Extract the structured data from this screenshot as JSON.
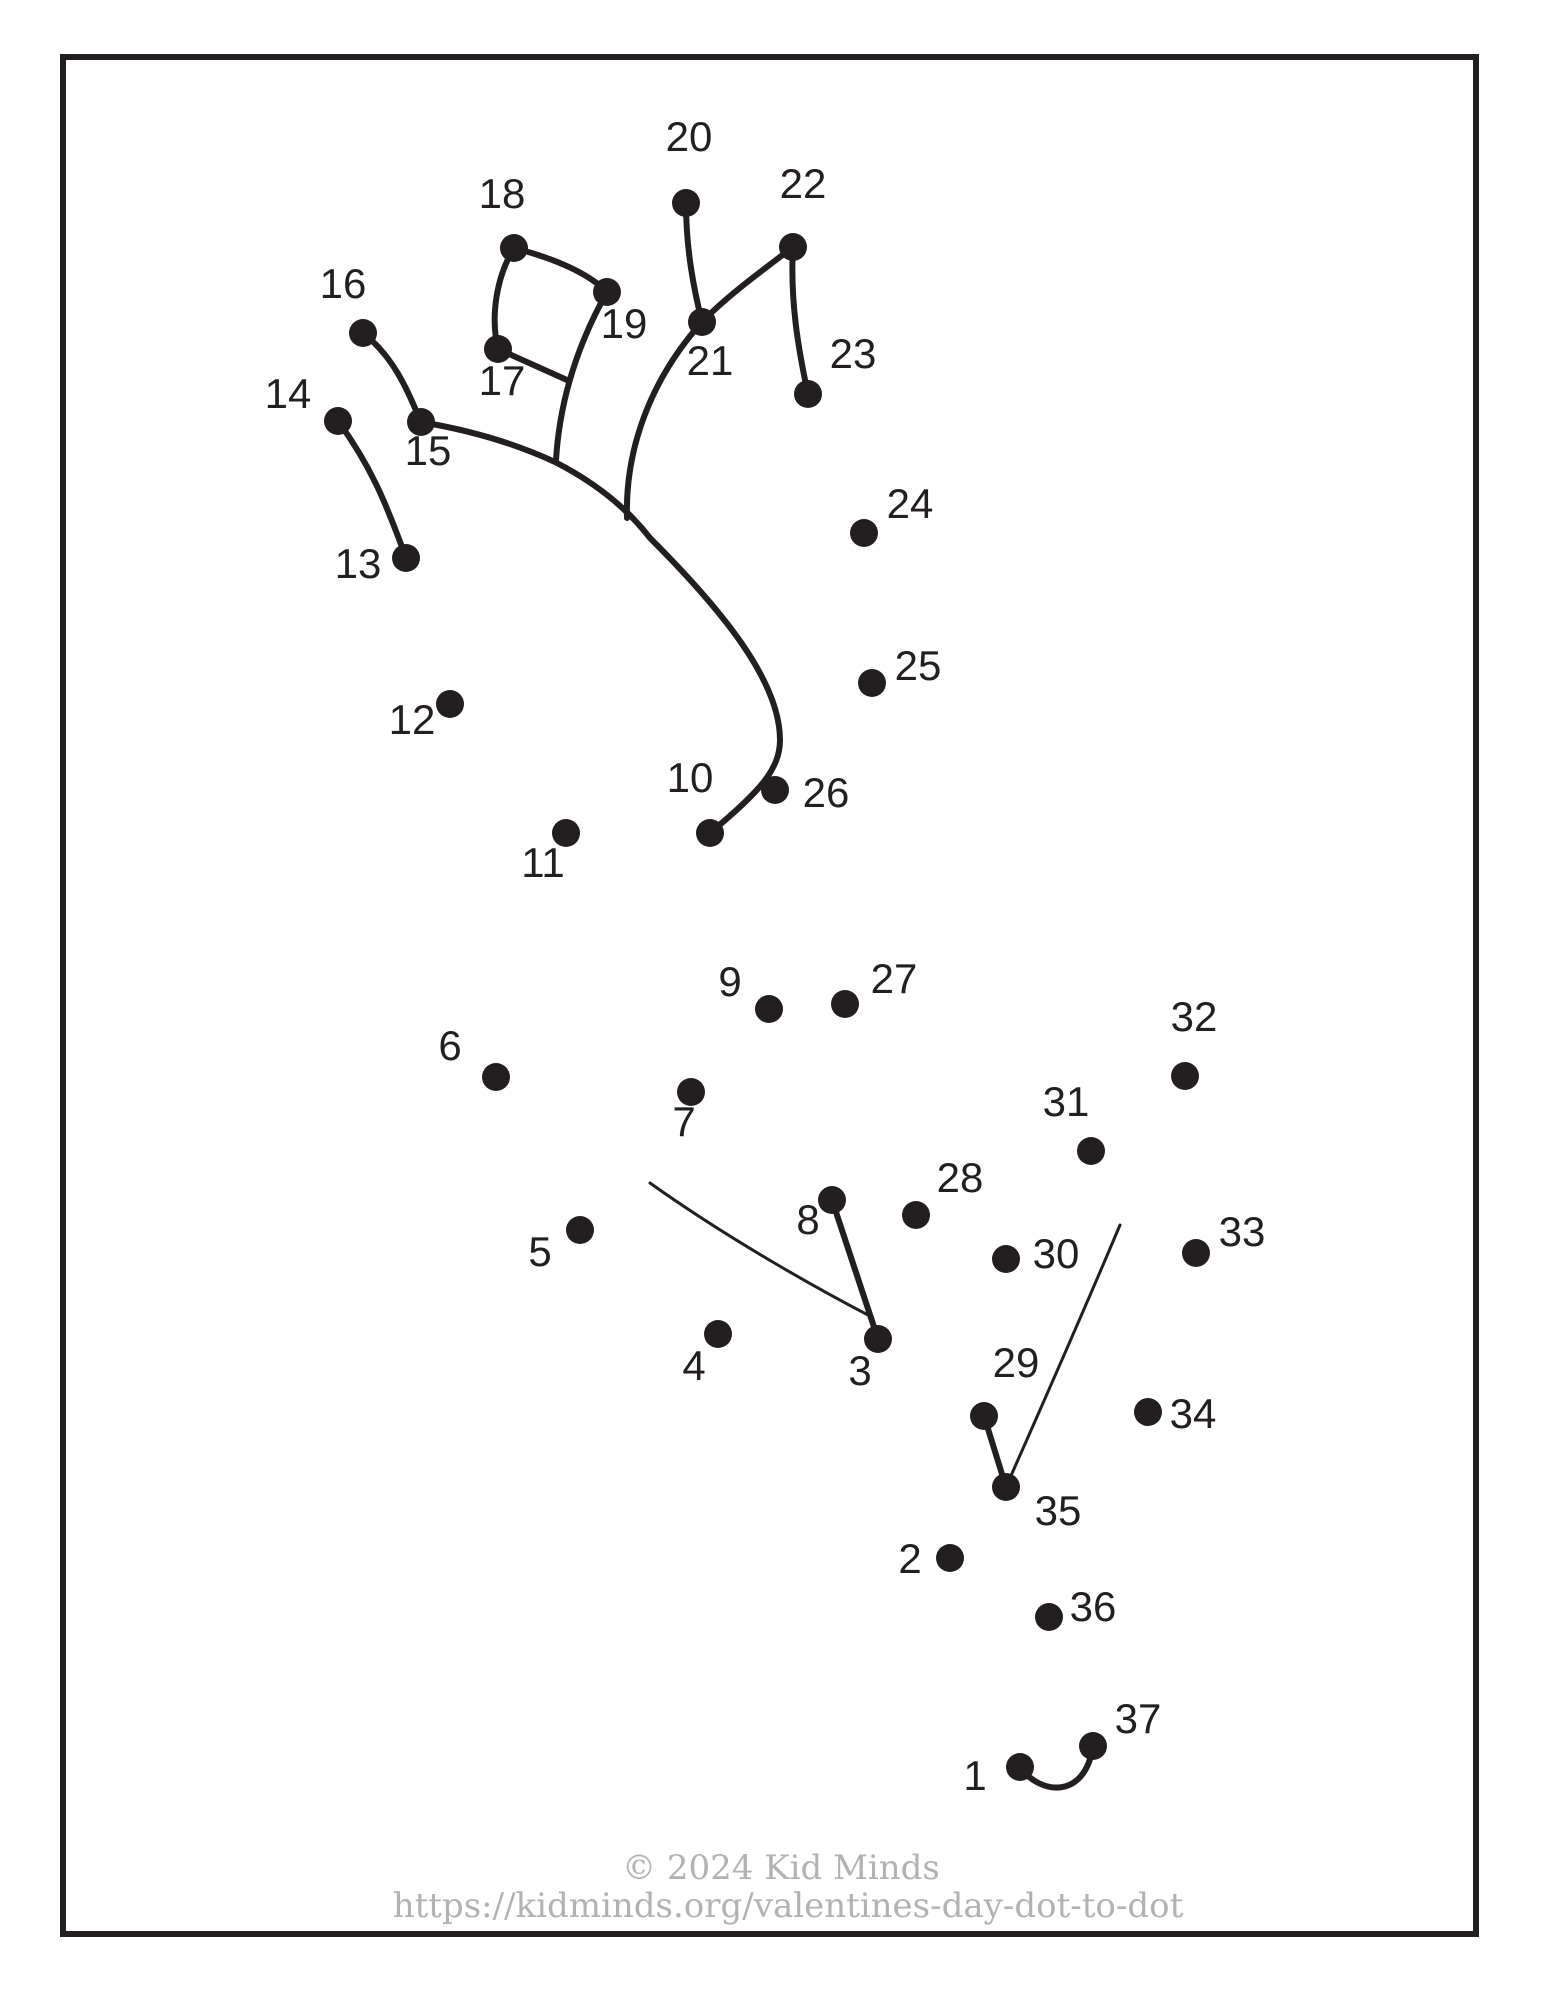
{
  "worksheet": {
    "copyright": "© 2024 Kid Minds",
    "url": "https://kidminds.org/valentines-day-dot-to-dot"
  },
  "colors": {
    "ink": "#231f20",
    "credit_text": "#b3b1b2",
    "background": "#ffffff"
  },
  "dots": [
    {
      "n": "1"
    },
    {
      "n": "2"
    },
    {
      "n": "3"
    },
    {
      "n": "4"
    },
    {
      "n": "5"
    },
    {
      "n": "6"
    },
    {
      "n": "7"
    },
    {
      "n": "8"
    },
    {
      "n": "9"
    },
    {
      "n": "10"
    },
    {
      "n": "11"
    },
    {
      "n": "12"
    },
    {
      "n": "13"
    },
    {
      "n": "14"
    },
    {
      "n": "15"
    },
    {
      "n": "16"
    },
    {
      "n": "17"
    },
    {
      "n": "18"
    },
    {
      "n": "19"
    },
    {
      "n": "20"
    },
    {
      "n": "21"
    },
    {
      "n": "22"
    },
    {
      "n": "23"
    },
    {
      "n": "24"
    },
    {
      "n": "25"
    },
    {
      "n": "26"
    },
    {
      "n": "27"
    },
    {
      "n": "28"
    },
    {
      "n": "29"
    },
    {
      "n": "30"
    },
    {
      "n": "31"
    },
    {
      "n": "32"
    },
    {
      "n": "33"
    },
    {
      "n": "34"
    },
    {
      "n": "35"
    },
    {
      "n": "36"
    },
    {
      "n": "37"
    }
  ]
}
